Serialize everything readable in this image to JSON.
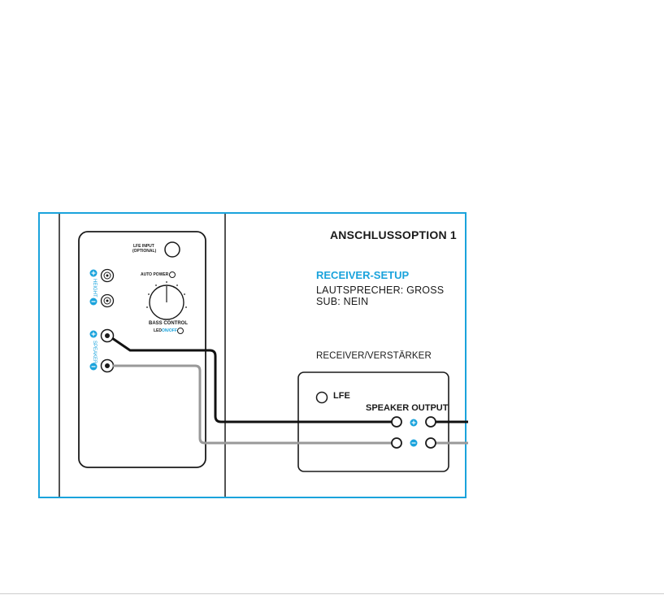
{
  "diagram": {
    "title": "ANSCHLUSSOPTION 1",
    "receiver_setup": {
      "heading": "RECEIVER-SETUP",
      "lines": [
        "LAUTSPRECHER: GROSS",
        "SUB: NEIN"
      ]
    },
    "receiver_label": "RECEIVER/VERSTÄRKER",
    "subwoofer_panel": {
      "lfe_input_line1": "LFE INPUT",
      "lfe_input_line2": "(OPTIONAL)",
      "auto_power": "AUTO POWER",
      "bass_control": "BASS CONTROL",
      "led_label": "LED",
      "led_onoff": "ON/OFF",
      "height_label": "HEIGHT",
      "speaker_label": "SPEAKER"
    },
    "receiver_panel": {
      "lfe": "LFE",
      "speaker_output": "SPEAKER OUTPUT"
    },
    "colors": {
      "accent": "#1aa3dc",
      "wire_positive": "#111111",
      "wire_negative": "#999999"
    }
  }
}
